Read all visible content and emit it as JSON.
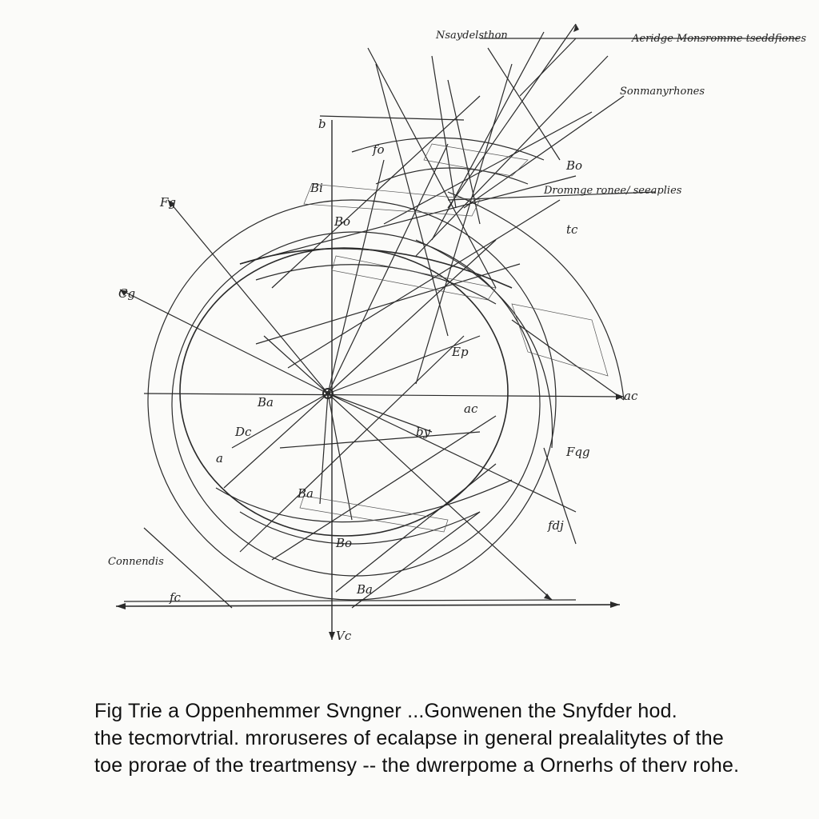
{
  "diagram": {
    "labels": {
      "top_a": "Nsaydelsthon",
      "top_b": "Aeridge Monsromme tseddfiones",
      "top_c": "Sonmanyrhones",
      "top_d": "Dromnge ronee/ seeaplies",
      "l_fg": "Fg",
      "l_cg": "Cg",
      "l_ac": "ac",
      "l_bo": "Bo",
      "l_bi": "Bi",
      "l_ba": "Ba",
      "l_fo": "fo",
      "l_ep": "Ep",
      "l_by": "by",
      "l_bo2": "Bo",
      "l_tc": "tc",
      "l_a": "a",
      "l_fqg": "Fqg",
      "l_fdj": "fdj",
      "l_ba2": "Ba",
      "l_bo3": "Bo",
      "l_ba3": "Ba",
      "l_vc": "Vc",
      "l_dc": "Dc",
      "l_connendis": "Connendis",
      "l_b": "b",
      "l_ac2": "ac",
      "l_fc": "fc"
    }
  },
  "caption": {
    "line1": "Fig Trie a Oppenhemmer Svngner ...Gonwenen the Snyfder hod.",
    "line2": "the tecmorvtrial. mroruseres of ecalapse in general prealalitytes of the",
    "line3": "toe prorae of the treartmensy -- the dwrerpome a Ornerhs of therv rohe."
  }
}
